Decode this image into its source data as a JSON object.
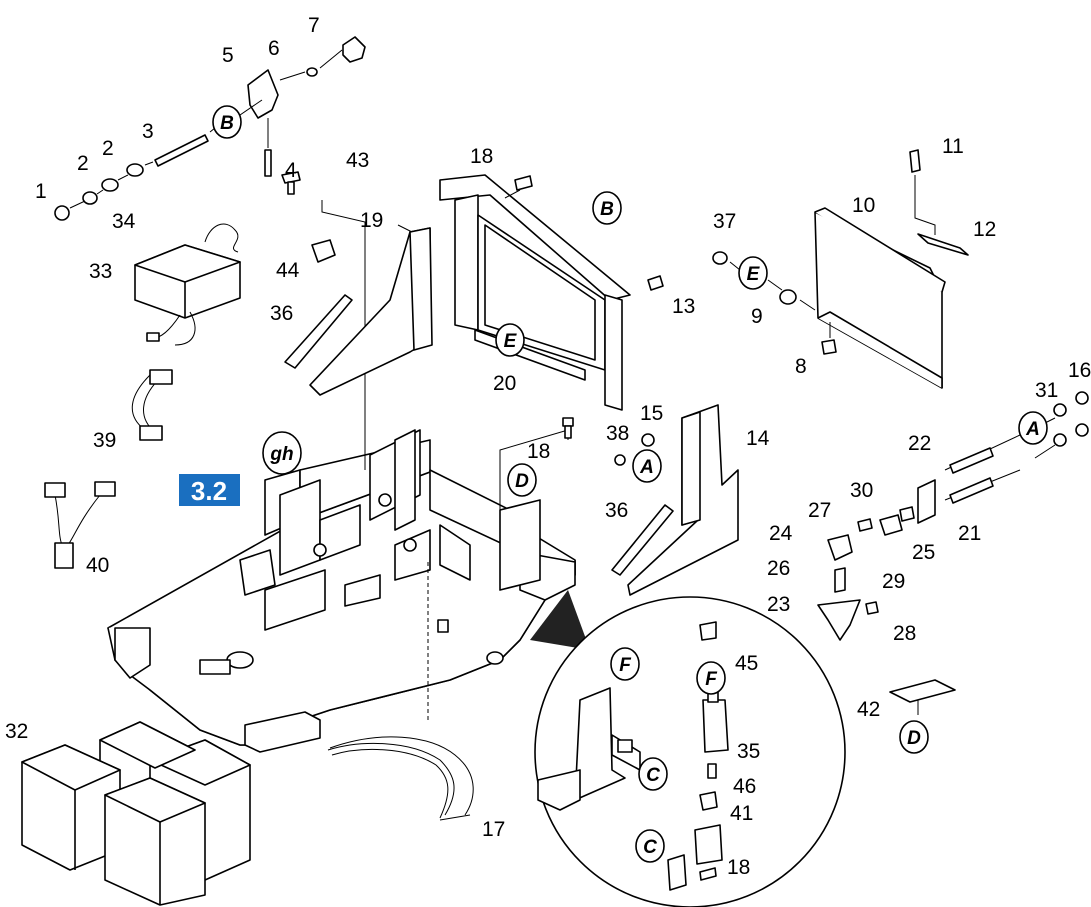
{
  "reference_badge": {
    "label": "3.2",
    "color": "#1a6fc0"
  },
  "part_labels": [
    {
      "id": "1",
      "text": "1"
    },
    {
      "id": "2a",
      "text": "2"
    },
    {
      "id": "2b",
      "text": "2"
    },
    {
      "id": "3",
      "text": "3"
    },
    {
      "id": "4",
      "text": "4"
    },
    {
      "id": "5",
      "text": "5"
    },
    {
      "id": "6",
      "text": "6"
    },
    {
      "id": "7",
      "text": "7"
    },
    {
      "id": "8",
      "text": "8"
    },
    {
      "id": "9",
      "text": "9"
    },
    {
      "id": "10",
      "text": "10"
    },
    {
      "id": "11",
      "text": "11"
    },
    {
      "id": "12",
      "text": "12"
    },
    {
      "id": "13",
      "text": "13"
    },
    {
      "id": "14",
      "text": "14"
    },
    {
      "id": "15",
      "text": "15"
    },
    {
      "id": "16",
      "text": "16"
    },
    {
      "id": "17",
      "text": "17"
    },
    {
      "id": "18a",
      "text": "18"
    },
    {
      "id": "18b",
      "text": "18"
    },
    {
      "id": "18c",
      "text": "18"
    },
    {
      "id": "19",
      "text": "19"
    },
    {
      "id": "20",
      "text": "20"
    },
    {
      "id": "21",
      "text": "21"
    },
    {
      "id": "22",
      "text": "22"
    },
    {
      "id": "23",
      "text": "23"
    },
    {
      "id": "24",
      "text": "24"
    },
    {
      "id": "25",
      "text": "25"
    },
    {
      "id": "26",
      "text": "26"
    },
    {
      "id": "27",
      "text": "27"
    },
    {
      "id": "28",
      "text": "28"
    },
    {
      "id": "29",
      "text": "29"
    },
    {
      "id": "30",
      "text": "30"
    },
    {
      "id": "31",
      "text": "31"
    },
    {
      "id": "32",
      "text": "32"
    },
    {
      "id": "33",
      "text": "33"
    },
    {
      "id": "34",
      "text": "34"
    },
    {
      "id": "35",
      "text": "35"
    },
    {
      "id": "36a",
      "text": "36"
    },
    {
      "id": "36b",
      "text": "36"
    },
    {
      "id": "37",
      "text": "37"
    },
    {
      "id": "38",
      "text": "38"
    },
    {
      "id": "39",
      "text": "39"
    },
    {
      "id": "40",
      "text": "40"
    },
    {
      "id": "41",
      "text": "41"
    },
    {
      "id": "42",
      "text": "42"
    },
    {
      "id": "43",
      "text": "43"
    },
    {
      "id": "44",
      "text": "44"
    },
    {
      "id": "45",
      "text": "45"
    },
    {
      "id": "46",
      "text": "46"
    }
  ],
  "callouts": [
    {
      "id": "B1",
      "text": "B"
    },
    {
      "id": "B2",
      "text": "B"
    },
    {
      "id": "E1",
      "text": "E"
    },
    {
      "id": "E2",
      "text": "E"
    },
    {
      "id": "A1",
      "text": "A"
    },
    {
      "id": "A2",
      "text": "A"
    },
    {
      "id": "D1",
      "text": "D"
    },
    {
      "id": "D2",
      "text": "D"
    },
    {
      "id": "gh",
      "text": "gh"
    },
    {
      "id": "F1",
      "text": "F"
    },
    {
      "id": "F2",
      "text": "F"
    },
    {
      "id": "C1",
      "text": "C"
    },
    {
      "id": "C2",
      "text": "C"
    }
  ]
}
